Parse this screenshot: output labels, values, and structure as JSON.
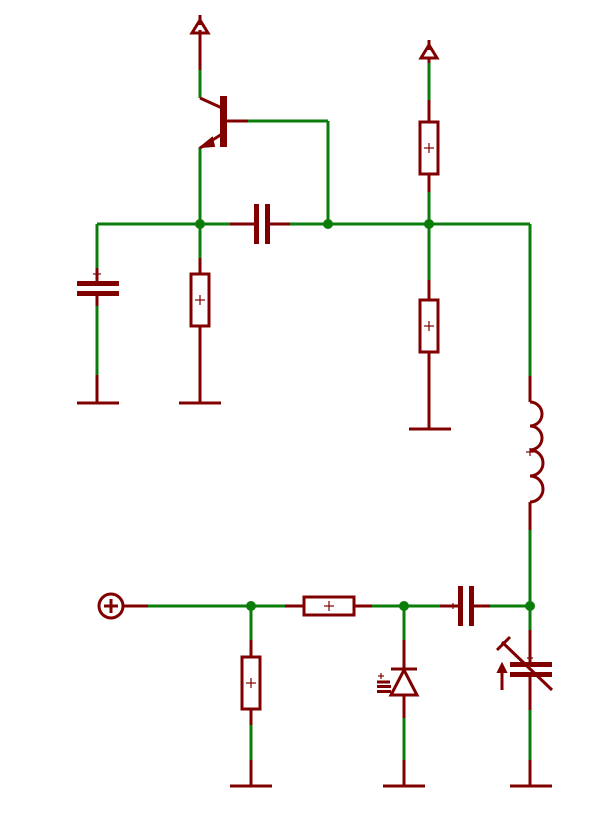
{
  "colors": {
    "wire": "#0a7d0a",
    "symbol": "#800000",
    "background": "#ffffff"
  },
  "components": [
    {
      "kind": "transistor-npn",
      "label": ""
    },
    {
      "kind": "capacitor",
      "label": ""
    },
    {
      "kind": "capacitor",
      "label": ""
    },
    {
      "kind": "capacitor",
      "label": ""
    },
    {
      "kind": "variable-capacitor",
      "label": ""
    },
    {
      "kind": "resistor",
      "label": ""
    },
    {
      "kind": "resistor",
      "label": ""
    },
    {
      "kind": "resistor",
      "label": ""
    },
    {
      "kind": "resistor",
      "label": ""
    },
    {
      "kind": "resistor",
      "label": ""
    },
    {
      "kind": "inductor",
      "label": ""
    },
    {
      "kind": "varactor-diode",
      "label": ""
    },
    {
      "kind": "power-supply",
      "label": ""
    },
    {
      "kind": "power-supply",
      "label": ""
    },
    {
      "kind": "input-terminal",
      "label": ""
    },
    {
      "kind": "ground",
      "label": ""
    },
    {
      "kind": "ground",
      "label": ""
    },
    {
      "kind": "ground",
      "label": ""
    },
    {
      "kind": "ground",
      "label": ""
    },
    {
      "kind": "ground",
      "label": ""
    },
    {
      "kind": "ground",
      "label": ""
    }
  ],
  "junction_count": 7
}
